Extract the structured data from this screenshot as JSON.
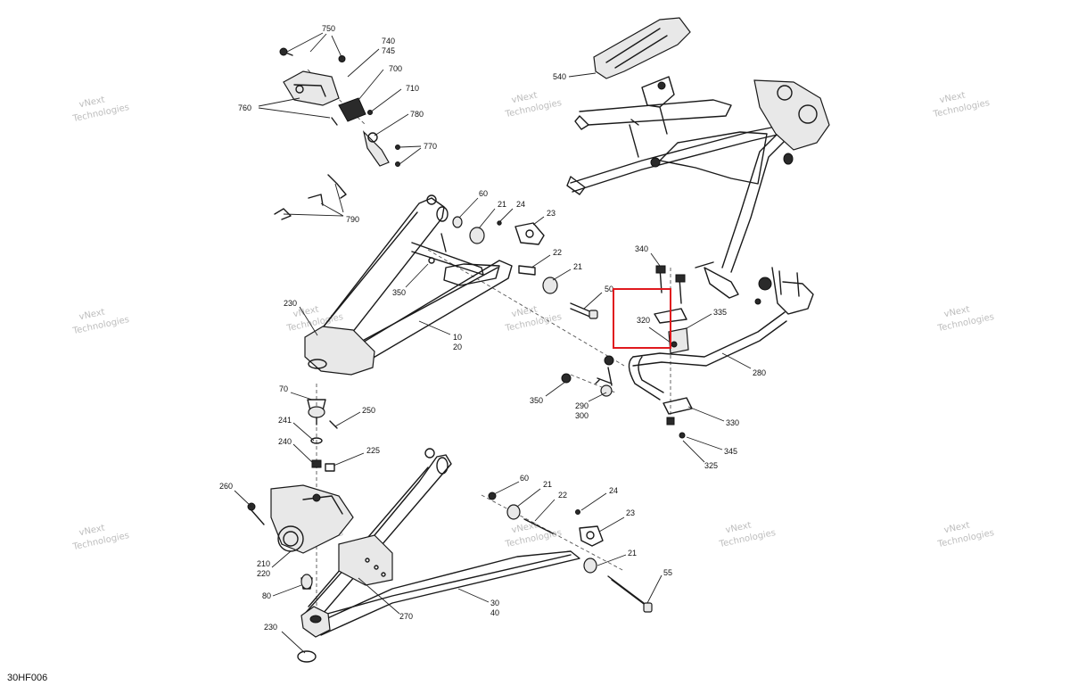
{
  "figure": {
    "code": "30HF006"
  },
  "watermark": {
    "line1": "vNext",
    "line2": "Technologies"
  },
  "highlight": {
    "color": "#e0191e",
    "target_callout": "320"
  },
  "callouts": {
    "c750": "750",
    "c740": "740",
    "c745": "745",
    "c700": "700",
    "c710": "710",
    "c760": "760",
    "c780": "780",
    "c770": "770",
    "c790": "790",
    "c540": "540",
    "c60a": "60",
    "c21a": "21",
    "c24a": "24",
    "c23a": "23",
    "c22a": "22",
    "c21b": "21",
    "c50": "50",
    "c350a": "350",
    "c230a": "230",
    "c10": "10",
    "c20": "20",
    "c340": "340",
    "c320": "320",
    "c335": "335",
    "c280": "280",
    "c350b": "350",
    "c290": "290",
    "c300": "300",
    "c330": "330",
    "c345": "345",
    "c325": "325",
    "c70": "70",
    "c241": "241",
    "c250": "250",
    "c240": "240",
    "c225": "225",
    "c260": "260",
    "c210": "210",
    "c220": "220",
    "c80": "80",
    "c230b": "230",
    "c270": "270",
    "c30": "30",
    "c40": "40",
    "c60b": "60",
    "c21c": "21",
    "c22b": "22",
    "c24b": "24",
    "c23b": "23",
    "c21d": "21",
    "c55": "55"
  }
}
